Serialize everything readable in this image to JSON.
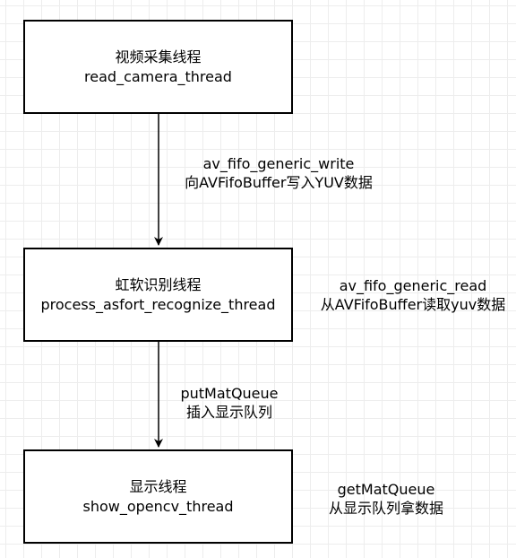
{
  "nodes": [
    {
      "title": "视频采集线程",
      "name": "read_camera_thread"
    },
    {
      "title": "虹软识别线程",
      "name": "process_asfort_recognize_thread"
    },
    {
      "title": "显示线程",
      "name": "show_opencv_thread"
    }
  ],
  "edge_labels": [
    {
      "line1": "av_fifo_generic_write",
      "line2": "向AVFifoBuffer写入YUV数据"
    },
    {
      "line1": "av_fifo_generic_read",
      "line2": "从AVFifoBuffer读取yuv数据"
    },
    {
      "line1": "putMatQueue",
      "line2": "插入显示队列"
    },
    {
      "line1": "getMatQueue",
      "line2": "从显示队列拿数据"
    }
  ],
  "colors": {
    "stroke": "#000000",
    "grid": "#ededed",
    "background": "#ffffff"
  }
}
